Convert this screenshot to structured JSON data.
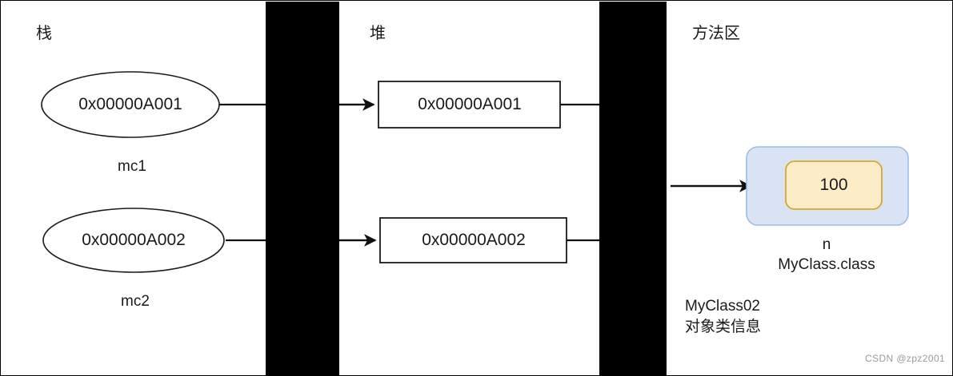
{
  "diagram": {
    "title_stack": "栈",
    "title_heap": "堆",
    "title_method_area": "方法区",
    "watermark": "CSDN @zpz2001",
    "colors": {
      "divider": "#000000",
      "stroke": "#1a1a1a",
      "object_fill": "#dae3f3",
      "object_stroke": "#9dbce4",
      "field_fill": "#fdecc8",
      "field_stroke": "#d6a82e",
      "page_background": "#ffffff",
      "watermark_text": "#9a9a9a"
    },
    "stack": {
      "label": "栈",
      "slots": [
        {
          "value": "0x00000A001",
          "caption": "mc1"
        },
        {
          "value": "0x00000A002",
          "caption": "mc2"
        }
      ]
    },
    "heap": {
      "label": "堆",
      "objects": [
        {
          "value": "0x00000A001"
        },
        {
          "value": "0x00000A002"
        }
      ]
    },
    "method_area": {
      "label": "方法区",
      "class_object": {
        "field_value": "100",
        "field_name": "n",
        "class_name": "MyClass.class"
      },
      "notes": [
        "MyClass02",
        "对象类信息"
      ]
    }
  }
}
